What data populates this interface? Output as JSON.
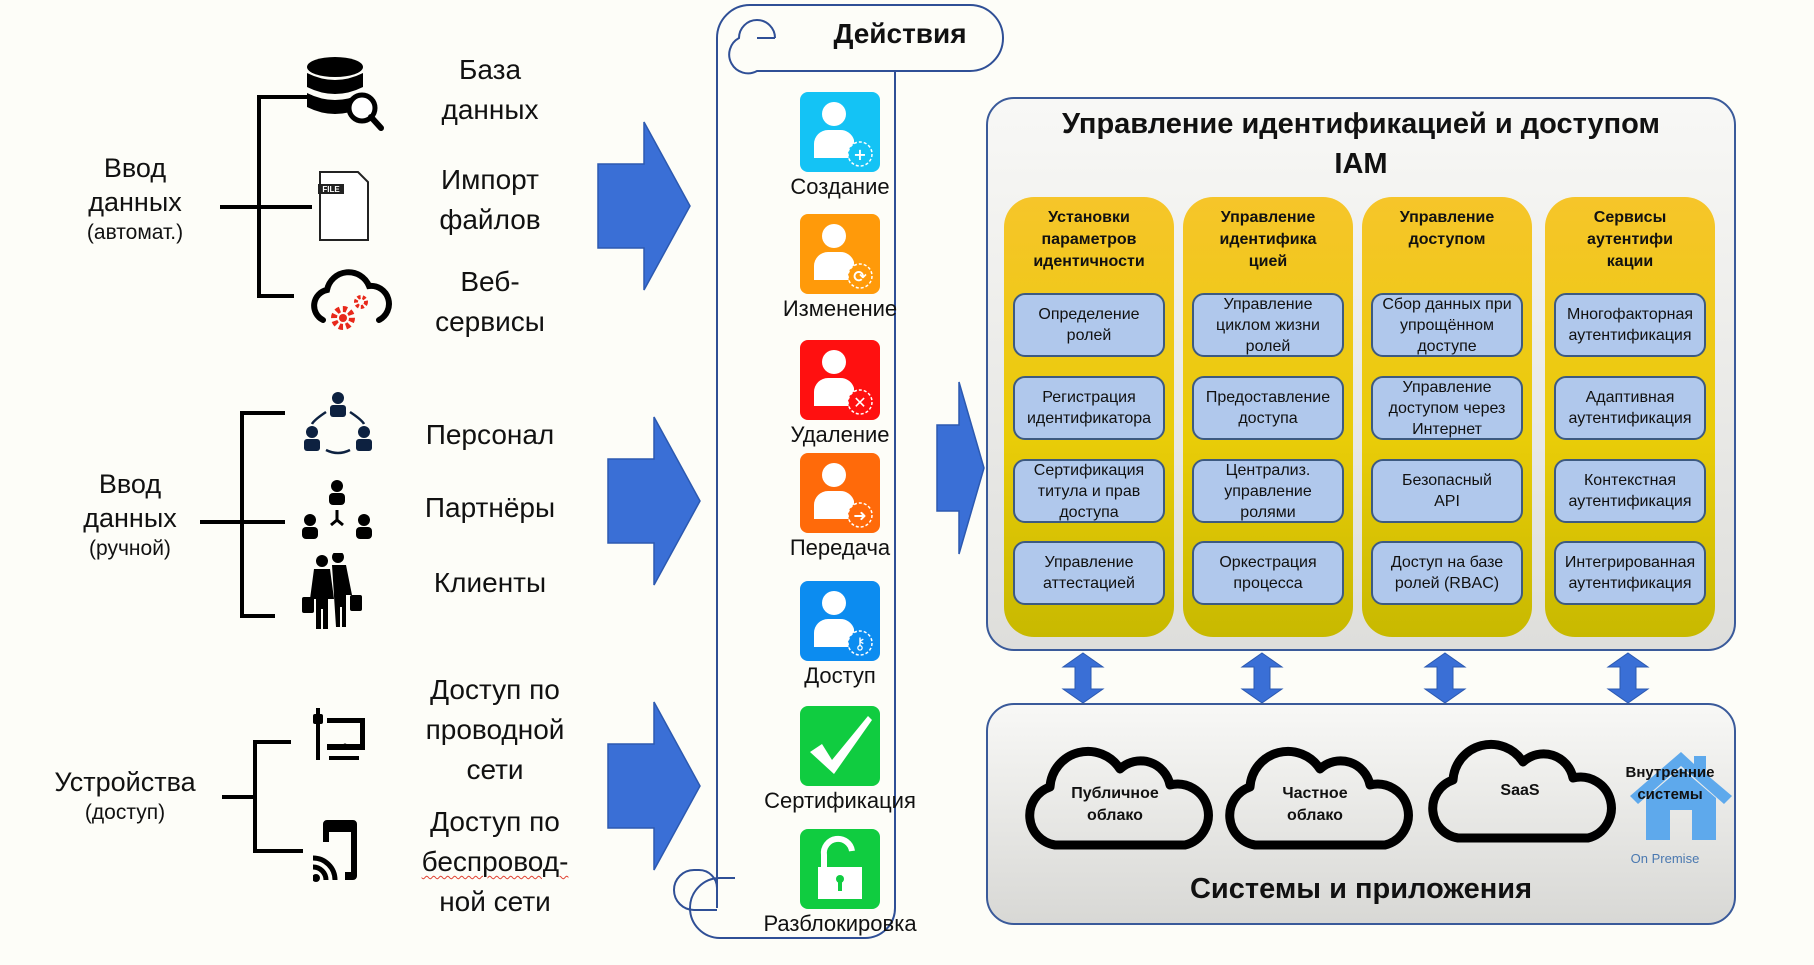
{
  "colors": {
    "arrow_blue": "#3a6fd6",
    "arrow_border": "#2c59b0",
    "scroll_border": "#2f4f96",
    "column_yellow": "#f2c72a",
    "cell_blue": "#b0c8ec",
    "house_blue": "#5ea9ec",
    "on_premise_text": "#4a78b0"
  },
  "inputs": {
    "automatic": {
      "label": "Ввод данных",
      "label_line1": "Ввод",
      "label_line2": "данных",
      "sub": "(автомат.)",
      "items": [
        {
          "icon": "database-search-icon",
          "line1": "База",
          "line2": "данных"
        },
        {
          "icon": "file-icon",
          "line1": "Импорт",
          "line2": "файлов",
          "icon_text": "FILE"
        },
        {
          "icon": "cloud-gears-icon",
          "line1": "Веб-",
          "line2": "сервисы"
        }
      ]
    },
    "manual": {
      "label_line1": "Ввод",
      "label_line2": "данных",
      "sub": "(ручной)",
      "items": [
        {
          "icon": "team-circle-icon",
          "label": "Персонал"
        },
        {
          "icon": "partners-network-icon",
          "label": "Партнёры"
        },
        {
          "icon": "clients-travelers-icon",
          "label": "Клиенты"
        }
      ]
    },
    "devices": {
      "label": "Устройства",
      "sub": "(доступ)",
      "items": [
        {
          "icon": "wired-desktop-icon",
          "line1": "Доступ по",
          "line2": "проводной",
          "line3": "сети"
        },
        {
          "icon": "wireless-mobile-icon",
          "line1": "Доступ по",
          "line2": "беспровод-",
          "line3": "ной сети"
        }
      ]
    }
  },
  "actions": {
    "title": "Действия",
    "items": [
      {
        "label": "Создание",
        "icon": "user-add-icon",
        "color": "#14c3f5"
      },
      {
        "label": "Изменение",
        "icon": "user-refresh-icon",
        "color": "#ff9a0a"
      },
      {
        "label": "Удаление",
        "icon": "user-delete-icon",
        "color": "#ff1010"
      },
      {
        "label": "Передача",
        "icon": "user-transfer-icon",
        "color": "#ff6a0a"
      },
      {
        "label": "Доступ",
        "icon": "user-key-icon",
        "color": "#0c8cf0"
      },
      {
        "label": "Сертификация",
        "icon": "checkmark-icon",
        "color": "#10cc40"
      },
      {
        "label": "Разблокировка",
        "icon": "unlock-icon",
        "color": "#10cc40"
      }
    ]
  },
  "iam": {
    "title_line1": "Управление идентификацией и доступом",
    "title_line2": "IAM",
    "columns": [
      {
        "head": [
          "Установки",
          "параметров",
          "идентичности"
        ],
        "cells": [
          [
            "Определение",
            "ролей"
          ],
          [
            "Регистрация",
            "идентификатора"
          ],
          [
            "Сертификация",
            "титула и прав",
            "доступа"
          ],
          [
            "Управление",
            "аттестацией"
          ]
        ]
      },
      {
        "head": [
          "Управление",
          "идентифика",
          "цией"
        ],
        "cells": [
          [
            "Управление",
            "циклом жизни",
            "ролей"
          ],
          [
            "Предоставление",
            "доступа"
          ],
          [
            "Централиз.",
            "управление",
            "ролями"
          ],
          [
            "Оркестрация",
            "процесса"
          ]
        ]
      },
      {
        "head": [
          "Управление",
          "доступом"
        ],
        "cells": [
          [
            "Сбор данных при",
            "упрощённом",
            "доступе"
          ],
          [
            "Управление",
            "доступом через",
            "Интернет"
          ],
          [
            "Безопасный",
            "API"
          ],
          [
            "Доступ на базе",
            "ролей (RBAC)"
          ]
        ]
      },
      {
        "head": [
          "Сервисы",
          "аутентифи",
          "кации"
        ],
        "cells": [
          [
            "Многофакторная",
            "аутентификация"
          ],
          [
            "Адаптивная",
            "аутентификация"
          ],
          [
            "Контекстная",
            "аутентификация"
          ],
          [
            "Интегрированная",
            "аутентификация"
          ]
        ]
      }
    ]
  },
  "systems": {
    "title": "Системы и приложения",
    "clouds": [
      {
        "line1": "Публичное",
        "line2": "облако"
      },
      {
        "line1": "Частное",
        "line2": "облако"
      },
      {
        "line1": "SaaS",
        "line2": ""
      }
    ],
    "on_premise": {
      "line1": "Внутренние",
      "line2": "системы",
      "caption": "On Premise"
    }
  }
}
